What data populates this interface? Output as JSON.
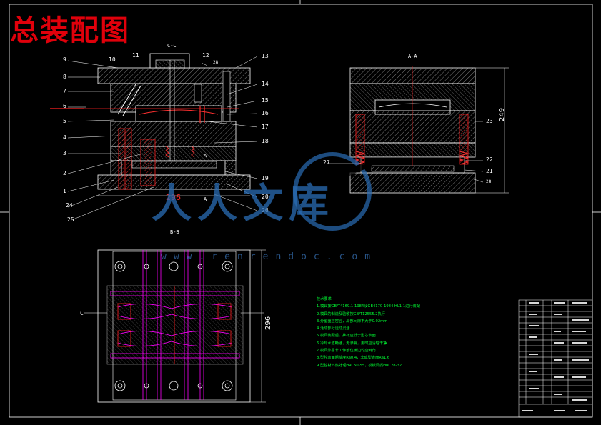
{
  "title": "总装配图",
  "section_labels": {
    "cc": "C-C",
    "aa": "A-A",
    "bb": "B-B",
    "c_left": "C",
    "a_mark": "A",
    "a_mark2": "A"
  },
  "part_numbers_left": [
    "9",
    "8",
    "7",
    "6",
    "5",
    "4",
    "3",
    "2",
    "1",
    "24",
    "25"
  ],
  "part_numbers_top": [
    "10",
    "11",
    "12",
    "28"
  ],
  "part_numbers_right": [
    "13",
    "14",
    "15",
    "16",
    "17",
    "18",
    "19",
    "20",
    "26"
  ],
  "part_numbers_aa": [
    "27",
    "22",
    "21",
    "23",
    "28"
  ],
  "dimensions": {
    "front_width": "296",
    "aa_height": "249",
    "plan_height": "296"
  },
  "notes": {
    "heading": "技术要求",
    "items": [
      "1.模具按GB/T4169.1-1984及GB4170-1984 HL1-1进行装配",
      "2.模具的制造及验收按GB/T12555.2执行",
      "3.分型面应密合，局部间隙不大于0.02mm",
      "4.活动部分运动灵活",
      "5.模具装配后，推杆应低于型芯表面",
      "6.冷却水道畅通，无渗漏，用时应清理干净",
      "7.模具外露非工作部位棱边均应倒角",
      "8.型腔表面粗糙度Ra0.4，非成型表面Ra1.6",
      "9.型腔材料热处理HRC50-55，模板调质HRC28-32"
    ]
  },
  "watermark": {
    "line1": "人人文库",
    "url": "www.renrendoc.com"
  },
  "colors": {
    "background": "#000000",
    "title_red": "#e0000b",
    "line_white": "#ffffff",
    "magenta": "#ff00ff",
    "red": "#ff0000",
    "green_notes": "#00ff33",
    "watermark_blue": "#2a6db5"
  }
}
